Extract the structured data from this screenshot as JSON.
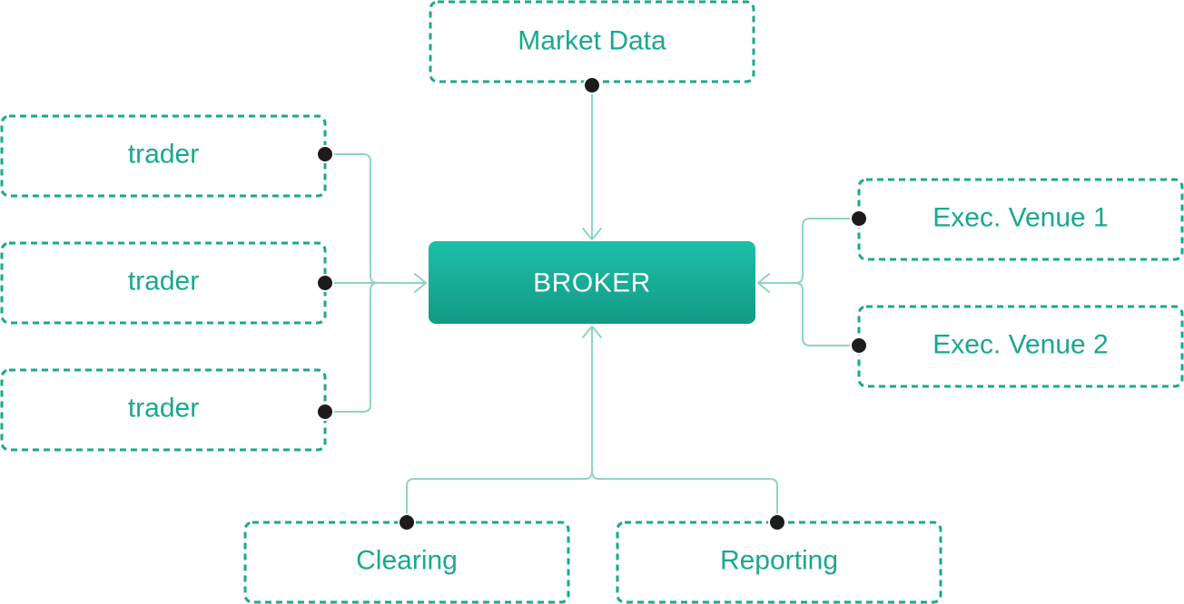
{
  "colors": {
    "accent": "#1aa88e",
    "accent_light": "#1dbfa6",
    "accent_dark": "#139a85",
    "connector": "#8fd3c6",
    "port": "#1c1c1c",
    "hub_text": "#ffffff"
  },
  "hub": {
    "label": "BROKER"
  },
  "nodes": {
    "market_data": "Market Data",
    "trader_1": "trader",
    "trader_2": "trader",
    "trader_3": "trader",
    "venue_1": "Exec. Venue 1",
    "venue_2": "Exec. Venue 2",
    "clearing": "Clearing",
    "reporting": "Reporting"
  }
}
